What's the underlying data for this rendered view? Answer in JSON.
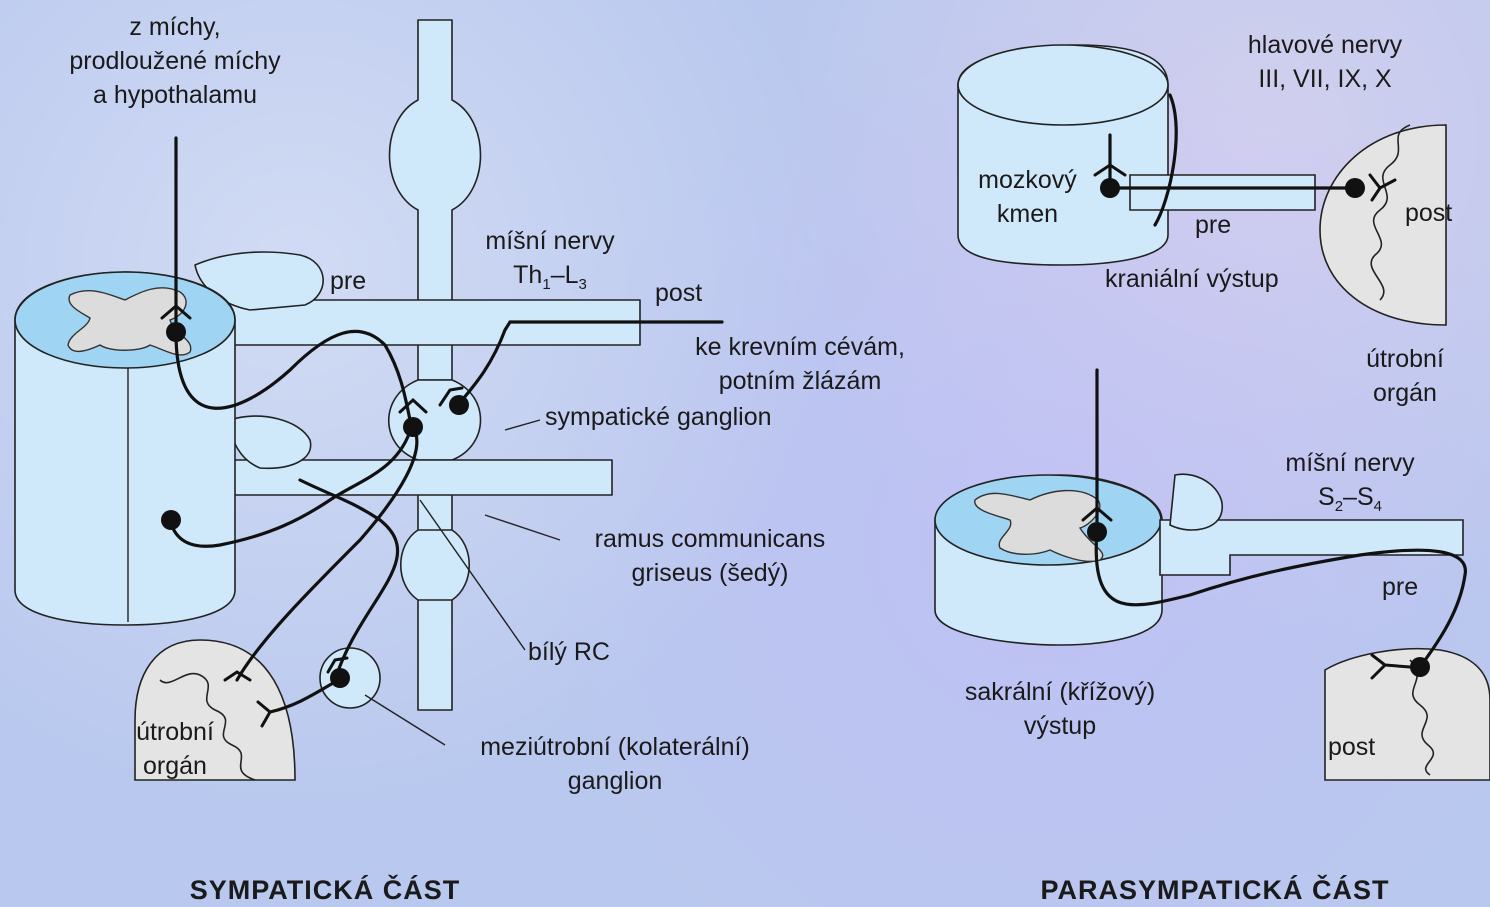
{
  "sympathetic": {
    "source_label": "z míchy,\nprodloužené míchy\na hypothalamu",
    "pre_label": "pre",
    "post_label": "post",
    "spinal_nerves": {
      "label": "míšní nervy",
      "range_main": "Th",
      "sub1": "1",
      "dash": "–L",
      "sub2": "3"
    },
    "vessels_label": "ke krevním cévám,\npotním žlázám",
    "ganglion_label": "sympatické ganglion",
    "ramus_label": "ramus communicans\ngriseus (šedý)",
    "white_rc_label": "bílý RC",
    "organ_label": "útrobní\norgán",
    "collateral_label": "meziútrobní (kolaterální)\nganglion",
    "title": "SYMPATICKÁ ČÁST"
  },
  "parasympathetic": {
    "cranial_nerves_label": "hlavové nervy\nIII, VII, IX, X",
    "brainstem_label": "mozkový\nkmen",
    "pre_label_top": "pre",
    "post_label_top": "post",
    "cranial_output_label": "kraniální výstup",
    "organ_label": "útrobní\norgán",
    "spinal_nerves": {
      "label": "míšní nervy",
      "range_main": "S",
      "sub1": "2",
      "dash": "–S",
      "sub2": "4"
    },
    "pre_label_bottom": "pre",
    "sacral_label": "sakrální (křížový)\nvýstup",
    "post_label_bottom": "post",
    "title": "PARASYMPATICKÁ ČÁST"
  },
  "colors": {
    "structure_fill": "#cfe9fb",
    "cord_fill": "#9fd4f3",
    "gray_matter": "#dcdcdc",
    "organ_fill": "#e4e4e4",
    "line": "#111111"
  }
}
